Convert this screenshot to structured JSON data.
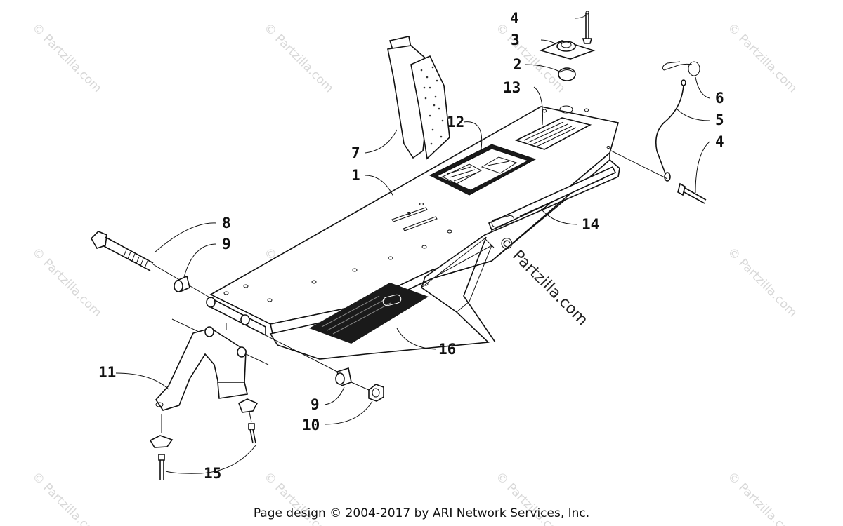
{
  "callouts": {
    "c1": "1",
    "c2": "2",
    "c3": "3",
    "c4a": "4",
    "c4b": "4",
    "c5": "5",
    "c6": "6",
    "c7": "7",
    "c8": "8",
    "c9a": "9",
    "c9b": "9",
    "c10": "10",
    "c11": "11",
    "c12": "12",
    "c13": "13",
    "c14": "14",
    "c15": "15",
    "c16": "16"
  },
  "watermark": {
    "tile_text": "© Partzilla.com",
    "main_text": "© Partzilla.com"
  },
  "footer": {
    "credit": "Page design © 2004-2017 by ARI Network Services, Inc."
  },
  "colors": {
    "ink": "#111111",
    "decal": "#1a1a1a",
    "watermark": "#d8d8d8"
  }
}
